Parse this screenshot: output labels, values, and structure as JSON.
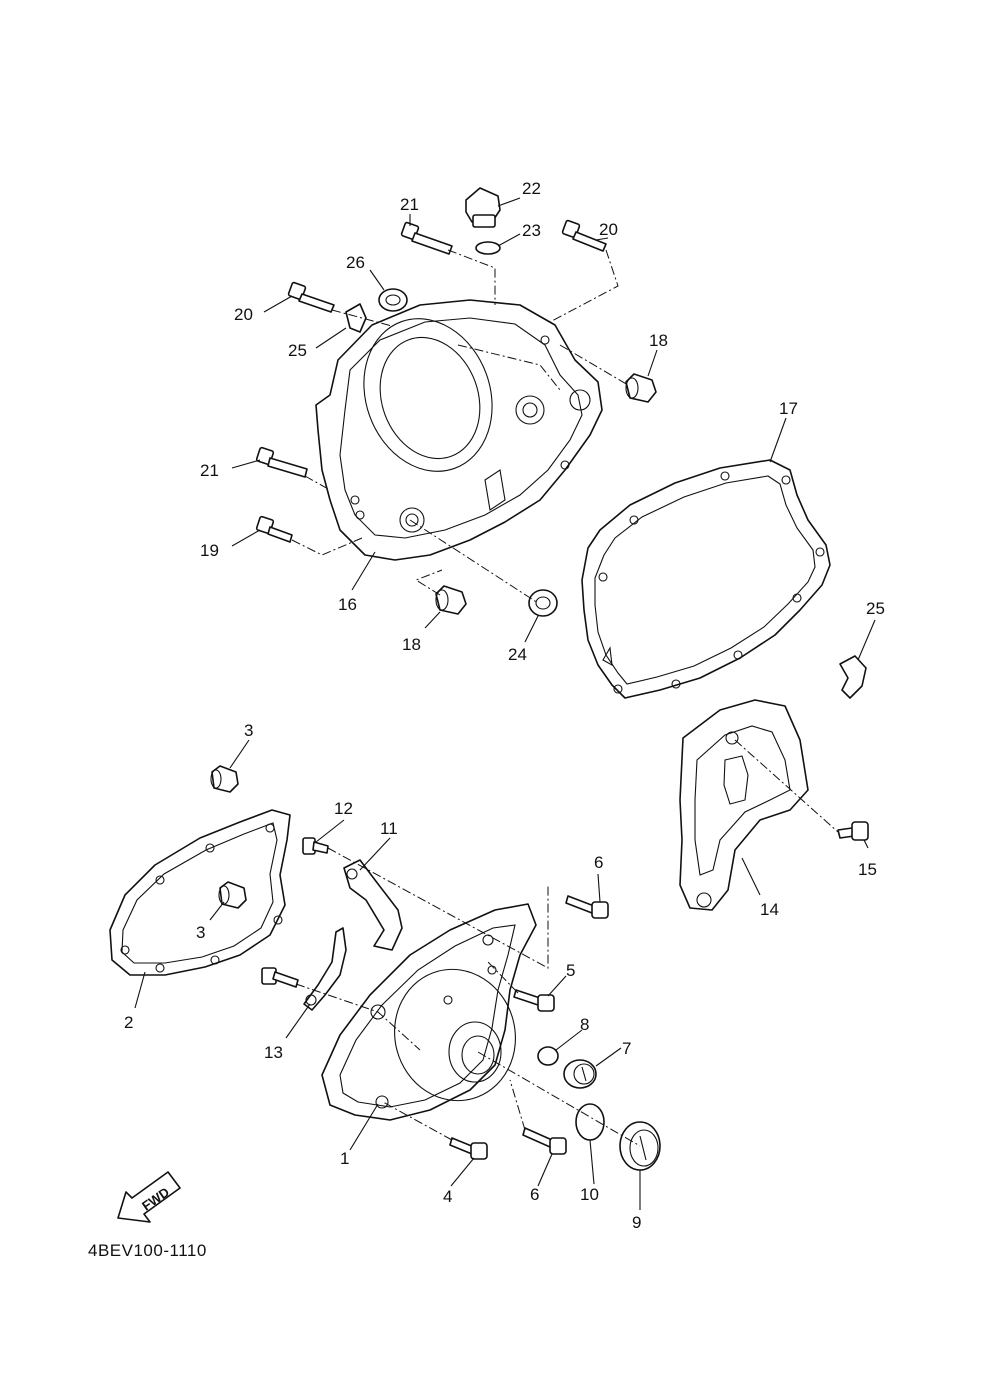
{
  "diagram_code": "4BEV100-1110",
  "fwd_label": "FWD",
  "callouts": {
    "c1": "1",
    "c2": "2",
    "c3a": "3",
    "c3b": "3",
    "c4": "4",
    "c5": "5",
    "c6a": "6",
    "c6b": "6",
    "c7": "7",
    "c8": "8",
    "c9": "9",
    "c10": "10",
    "c11": "11",
    "c12": "12",
    "c13": "13",
    "c14": "14",
    "c15": "15",
    "c16": "16",
    "c17": "17",
    "c18a": "18",
    "c18b": "18",
    "c19": "19",
    "c20a": "20",
    "c20b": "20",
    "c21a": "21",
    "c21b": "21",
    "c22": "22",
    "c23": "23",
    "c24": "24",
    "c25a": "25",
    "c25b": "25",
    "c26": "26"
  }
}
